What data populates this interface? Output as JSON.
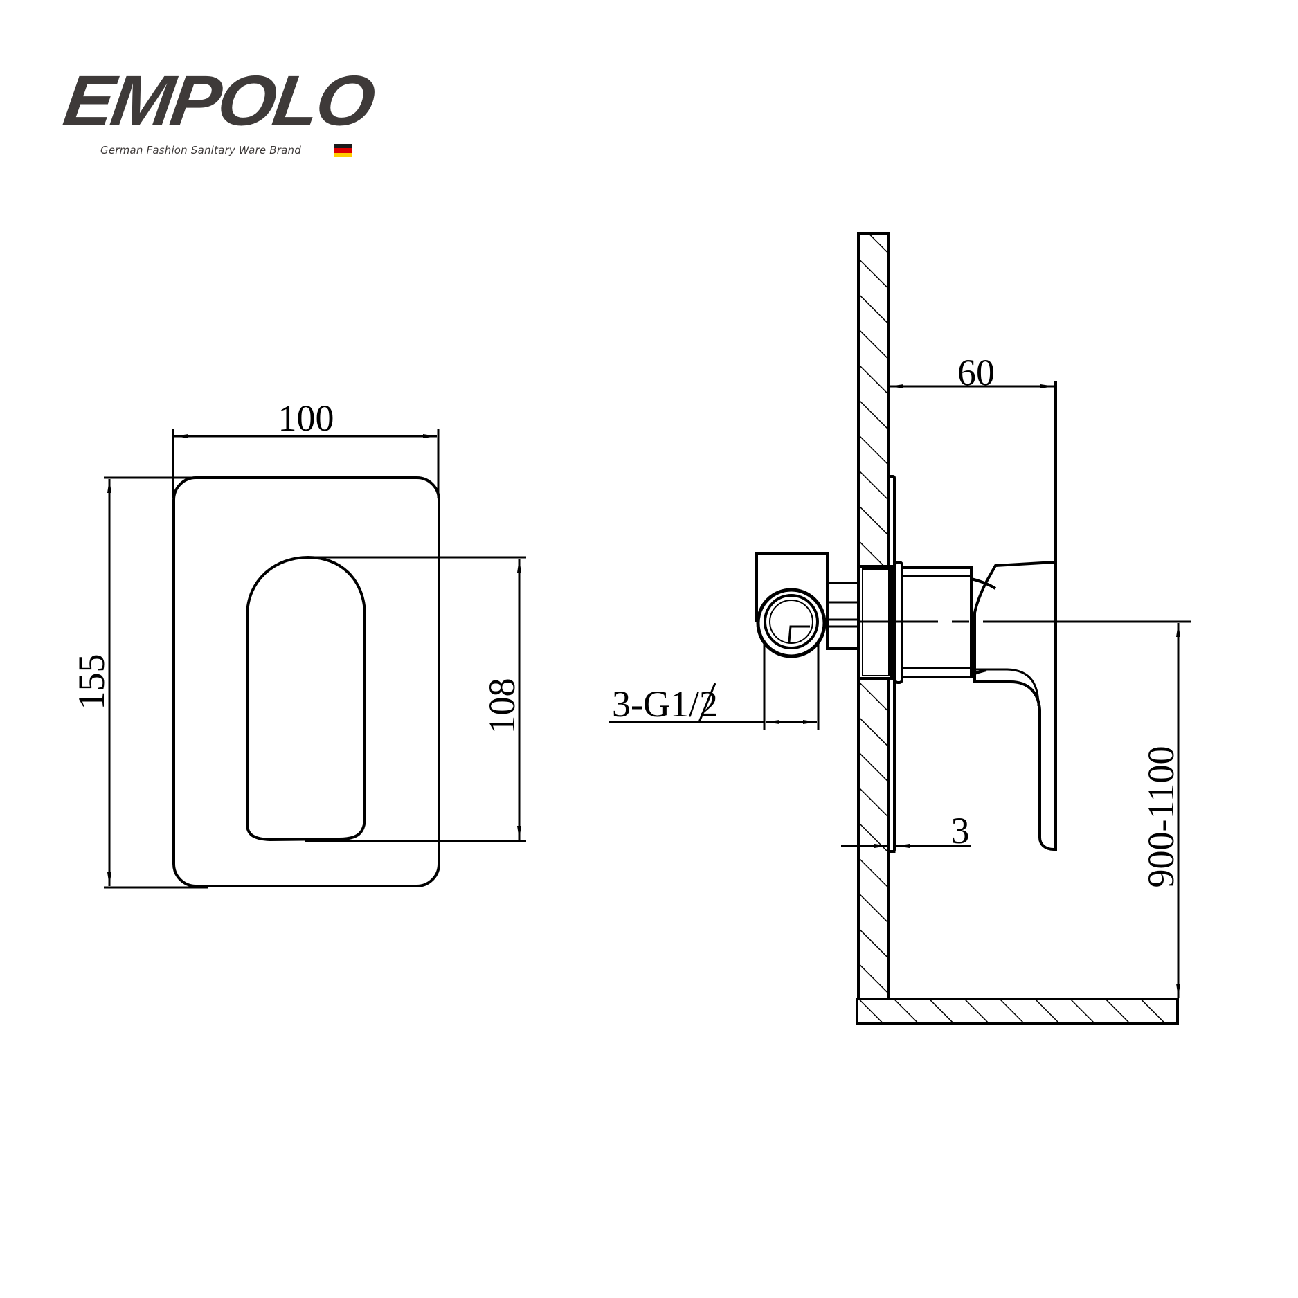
{
  "brand": {
    "name": "EMPOLO",
    "tagline": "German Fashion Sanitary Ware Brand",
    "flag_colors": [
      "#1a1a1a",
      "#dd0000",
      "#ffce00"
    ],
    "logo_color": "#3e3a39"
  },
  "drawing": {
    "type": "technical-drawing",
    "units": "mm",
    "line_color": "#000000",
    "views": [
      {
        "name": "front-view",
        "description": "Concealed shower mixer cover plate with lever handle"
      },
      {
        "name": "side-view",
        "description": "Side section showing wall, mixer body, lever and floor"
      }
    ],
    "dimensions": {
      "plate_width": "100",
      "plate_height": "155",
      "handle_height": "108",
      "projection": "60",
      "connection": "3-G1/2",
      "plate_thickness": "3",
      "install_height": "900-1100"
    }
  }
}
